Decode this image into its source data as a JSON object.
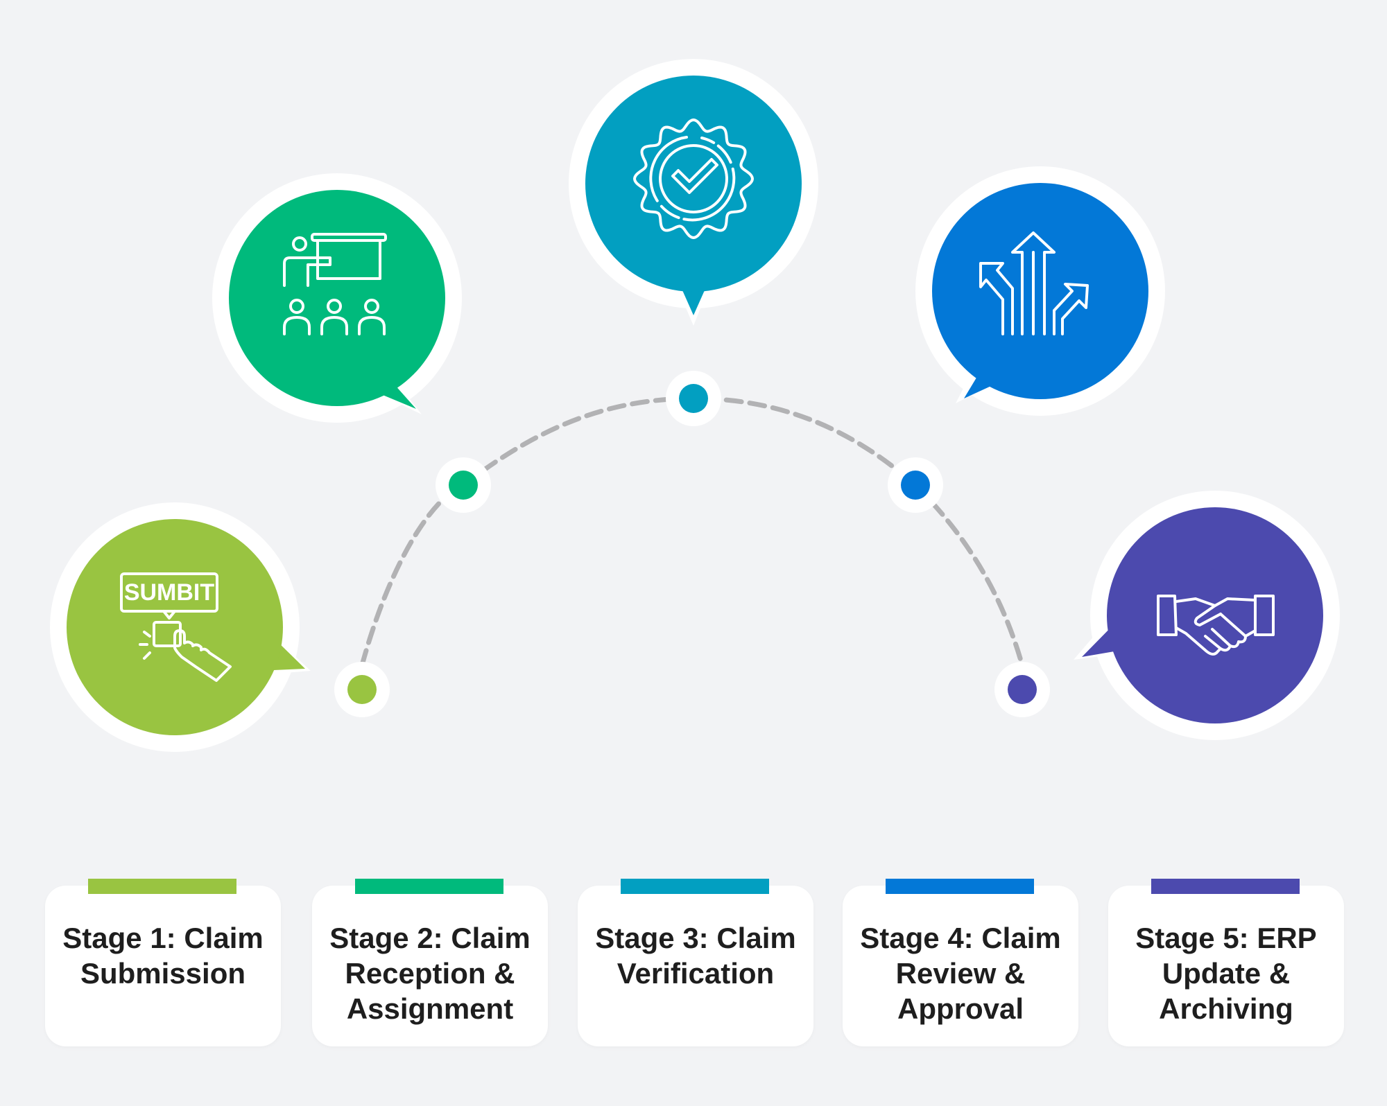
{
  "colors": {
    "background": "#f2f3f5",
    "stage1": "#99c441",
    "stage2": "#00ba7c",
    "stage3": "#029fc1",
    "stage4": "#0378d7",
    "stage5": "#4c4aae",
    "connector": "#b2b2b4",
    "white": "#ffffff"
  },
  "stages": [
    {
      "label": "Stage 1: Claim Submission",
      "icon": "submit-button-icon",
      "icon_text": "SUMBIT",
      "color": "#99c441"
    },
    {
      "label": "Stage 2: Claim Reception & Assignment",
      "icon": "presentation-meeting-icon",
      "color": "#00ba7c"
    },
    {
      "label": "Stage 3: Claim Verification",
      "icon": "verified-badge-icon",
      "color": "#029fc1"
    },
    {
      "label": "Stage 4: Claim Review & Approval",
      "icon": "branching-arrows-icon",
      "color": "#0378d7"
    },
    {
      "label": "Stage 5: ERP Update & Archiving",
      "icon": "handshake-icon",
      "color": "#4c4aae"
    }
  ]
}
